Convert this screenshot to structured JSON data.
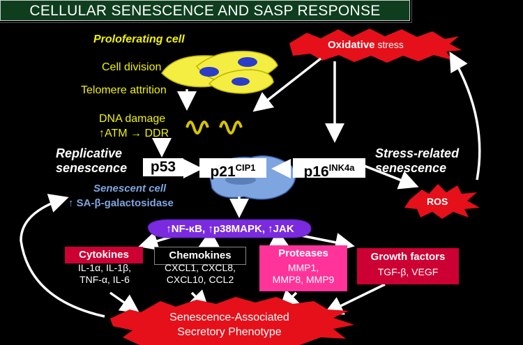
{
  "title": "CELLULAR SENESCENCE AND SASP RESPONSE",
  "proliferating": "Proloferating cell",
  "oxidative": {
    "main": "Oxidative",
    "suffix": " stress"
  },
  "cell_division": "Cell division",
  "telomere": "Telomere attrition",
  "dna_damage": "DNA damage",
  "atm_ddr": "↑ATM → DDR",
  "replicative": [
    "Replicative",
    "senescence"
  ],
  "p53": "p53",
  "p21": {
    "main": "p21",
    "sup": "CIP1"
  },
  "p16": {
    "main": "p16",
    "sup": "INK4a"
  },
  "stress_related": [
    "Stress-related",
    "senescence"
  ],
  "senescent_cell": "Senescent cell",
  "sa_beta_gal": "↑ SA-β-galactosidase",
  "ros": "ROS",
  "nfkb": "↑NF-κB, ↑p38MAPK, ↑JAK",
  "categories": [
    {
      "title": "Cytokines",
      "items": [
        "IL-1α, IL-1β,",
        "TNF-α, IL-6"
      ]
    },
    {
      "title": "Chemokines",
      "items": [
        "CXCL1, CXCL8,",
        "CXCL10, CCL2"
      ]
    },
    {
      "title": "Proteases",
      "items": [
        "MMP1,",
        "MMP8, MMP9"
      ]
    },
    {
      "title": "Growth factors",
      "items": [
        "TGF-β, VEGF"
      ]
    }
  ],
  "sasp": [
    "Senescence-Associated",
    "Secretory Phenotype"
  ],
  "colors": {
    "red": "#e5101a",
    "crimson": "#cc0033",
    "pink": "#ff3399",
    "green": "#0e3e1e",
    "yellow": "#f2f200",
    "cell_yellow": "#f4ee42",
    "nucleus": "#2a3cc8",
    "senescent": "#7fa5e0"
  }
}
